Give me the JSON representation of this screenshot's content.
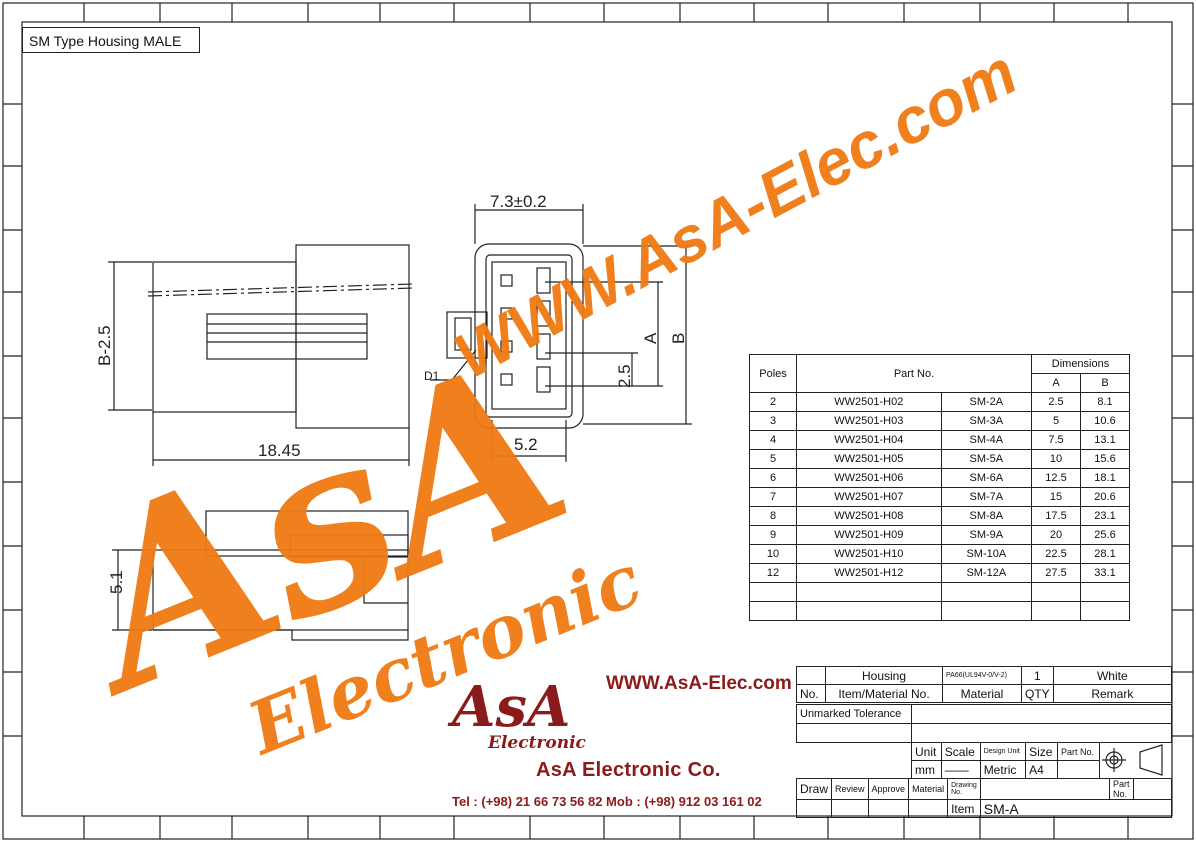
{
  "title": {
    "label": "SM Type Housing",
    "gender": "MALE"
  },
  "drawing": {
    "dim_width": "7.3±0.2",
    "dim_length": "18.45",
    "dim_b_minus": "B-2.5",
    "dim_pitch": "2.5",
    "dim_a": "A",
    "dim_b": "B",
    "dim_depth": "5.2",
    "dim_height": "5.1",
    "callout_d1": "D1"
  },
  "dimension_table": {
    "headers": {
      "poles": "Poles",
      "part_no": "Part No.",
      "dimensions": "Dimensions",
      "a": "A",
      "b": "B"
    },
    "rows": [
      {
        "poles": "2",
        "part": "WW2501-H02",
        "model": "SM-2A",
        "a": "2.5",
        "b": "8.1"
      },
      {
        "poles": "3",
        "part": "WW2501-H03",
        "model": "SM-3A",
        "a": "5",
        "b": "10.6"
      },
      {
        "poles": "4",
        "part": "WW2501-H04",
        "model": "SM-4A",
        "a": "7.5",
        "b": "13.1"
      },
      {
        "poles": "5",
        "part": "WW2501-H05",
        "model": "SM-5A",
        "a": "10",
        "b": "15.6"
      },
      {
        "poles": "6",
        "part": "WW2501-H06",
        "model": "SM-6A",
        "a": "12.5",
        "b": "18.1"
      },
      {
        "poles": "7",
        "part": "WW2501-H07",
        "model": "SM-7A",
        "a": "15",
        "b": "20.6"
      },
      {
        "poles": "8",
        "part": "WW2501-H08",
        "model": "SM-8A",
        "a": "17.5",
        "b": "23.1"
      },
      {
        "poles": "9",
        "part": "WW2501-H09",
        "model": "SM-9A",
        "a": "20",
        "b": "25.6"
      },
      {
        "poles": "10",
        "part": "WW2501-H10",
        "model": "SM-10A",
        "a": "22.5",
        "b": "28.1"
      },
      {
        "poles": "12",
        "part": "WW2501-H12",
        "model": "SM-12A",
        "a": "27.5",
        "b": "33.1"
      }
    ]
  },
  "title_block": {
    "item_name": "Housing",
    "material_value": "PA66(UL94V-0/V-2)",
    "qty_value": "1",
    "remark_value": "White",
    "col_no": "No.",
    "col_item": "Item/Material No.",
    "col_material": "Material",
    "col_qty": "QTY",
    "col_remark": "Remark",
    "tolerance": "Unmarked Tolerance",
    "unit_label": "Unit",
    "scale_label": "Scale",
    "design_unit_label": "Design Unit",
    "size_label": "Size",
    "part_no_label": "Part No.",
    "unit_value": "mm",
    "scale_value": "——",
    "system_value": "Metric",
    "size_value": "A4",
    "draw": "Draw",
    "review": "Review",
    "approve": "Approve",
    "material": "Material",
    "drawing_no": "Drawing No.",
    "part_no2": "Part No.",
    "item_label": "Item",
    "item_value": "SM-A"
  },
  "branding": {
    "watermark_url": "WWW.AsA-Elec.com",
    "watermark_logo": "AsA",
    "watermark_sub": "Electronic",
    "logo": "AsA",
    "logo_sub": "Electronic",
    "site": "WWW.AsA-Elec.com",
    "company": "AsA Electronic Co.",
    "phones": "Tel : (+98) 21 66 73 56 82 Mob : (+98) 912 03 161 02"
  },
  "colors": {
    "watermark": "#f07a12",
    "brand": "#8b1a1a",
    "line": "#222222"
  }
}
